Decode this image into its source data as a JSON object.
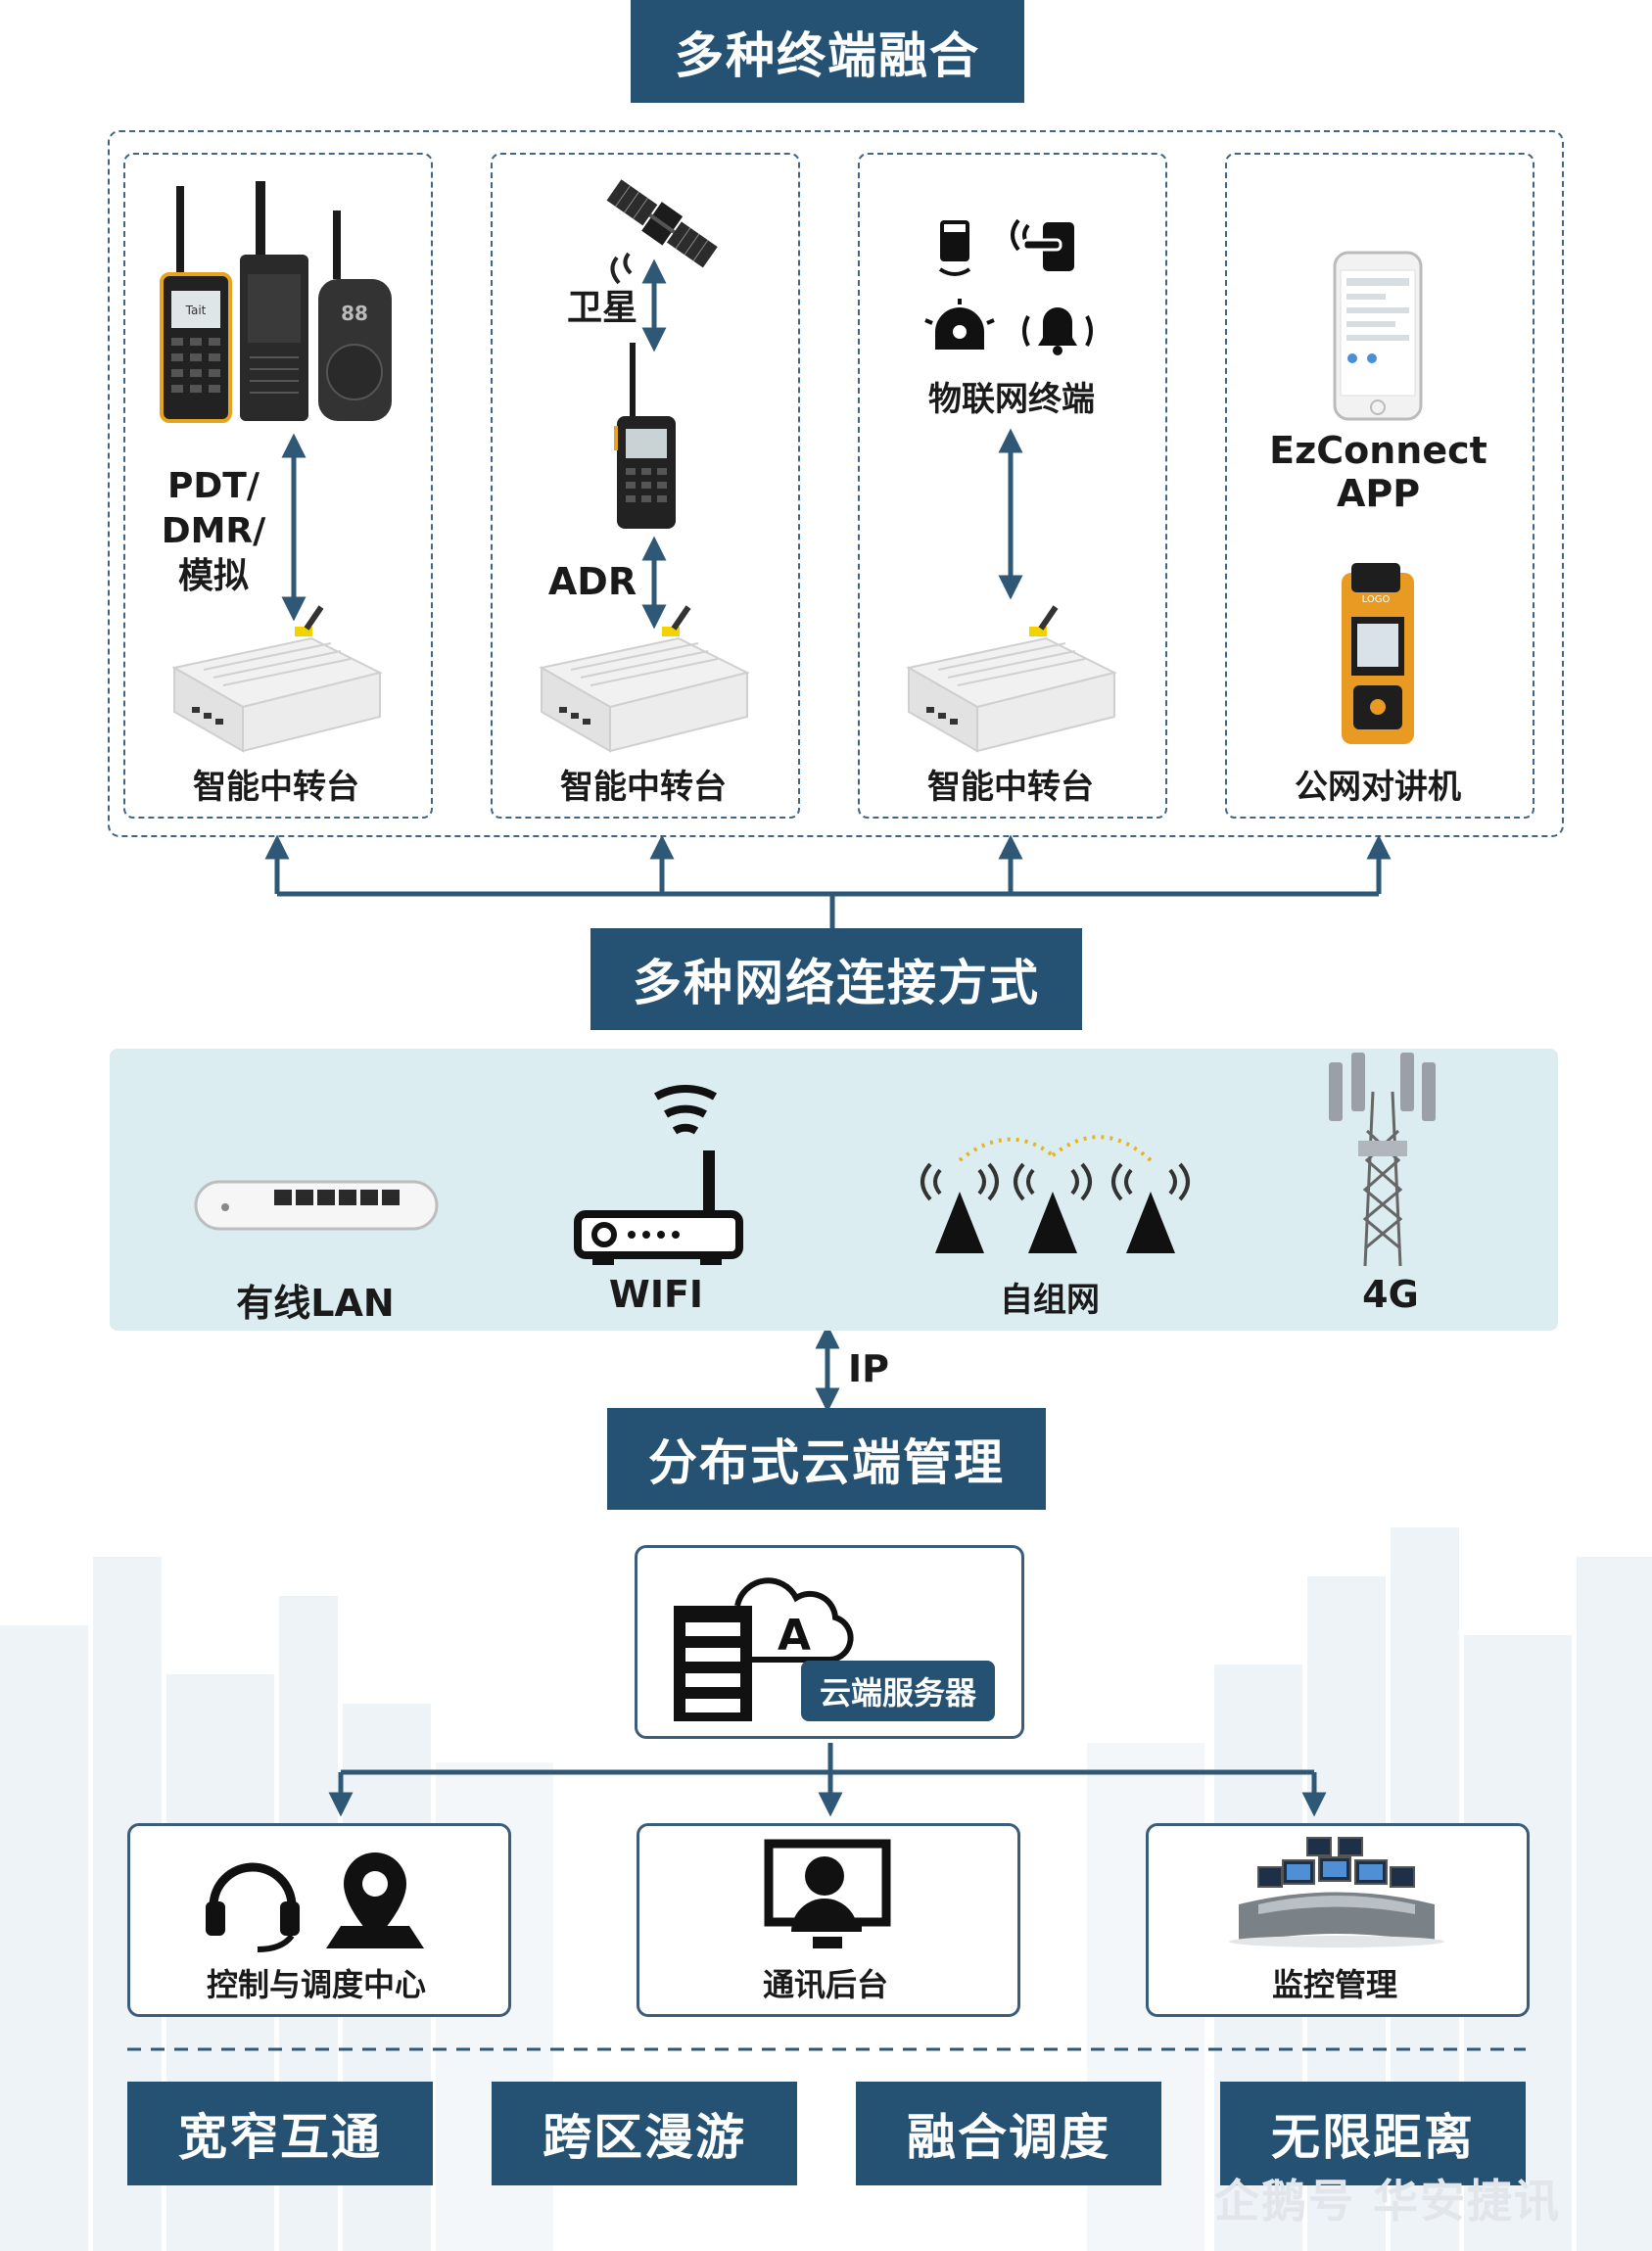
{
  "sections": {
    "terminals_title": "多种终端融合",
    "network_title": "多种网络连接方式",
    "cloud_title": "分布式云端管理"
  },
  "terminal_columns": [
    {
      "protocol_label": [
        "PDT/",
        "DMR/",
        "模拟"
      ],
      "base_label": "智能中转台"
    },
    {
      "top_label": "卫星",
      "protocol_label": "ADR",
      "base_label": "智能中转台"
    },
    {
      "top_label": "物联网终端",
      "base_label": "智能中转台"
    },
    {
      "top_label": [
        "EzConnect",
        "APP"
      ],
      "base_label": "公网对讲机"
    }
  ],
  "device_text": {
    "radio1_screen": "Tait",
    "radio3_display": "88",
    "pnc_logo": "LOGO"
  },
  "networks": [
    {
      "label": "有线LAN",
      "icon": "lan-switch-icon"
    },
    {
      "label": "WIFI",
      "icon": "wifi-router-icon"
    },
    {
      "label": "自组网",
      "icon": "mesh-tower-icon"
    },
    {
      "label": "4G",
      "icon": "cell-tower-icon"
    }
  ],
  "ip_label": "IP",
  "cloud_server": {
    "label": "云端服务器",
    "badge": "A"
  },
  "management": [
    {
      "label": "控制与调度中心",
      "icon": "headset-location-icon"
    },
    {
      "label": "通讯后台",
      "icon": "operator-monitor-icon"
    },
    {
      "label": "监控管理",
      "icon": "control-room-icon"
    }
  ],
  "features": [
    "宽窄互通",
    "跨区漫游",
    "融合调度",
    "无限距离"
  ],
  "watermark": "企鹅号 华安捷讯",
  "colors": {
    "primary": "#255273",
    "line": "#2f5877",
    "panel": "#dcedf2"
  }
}
